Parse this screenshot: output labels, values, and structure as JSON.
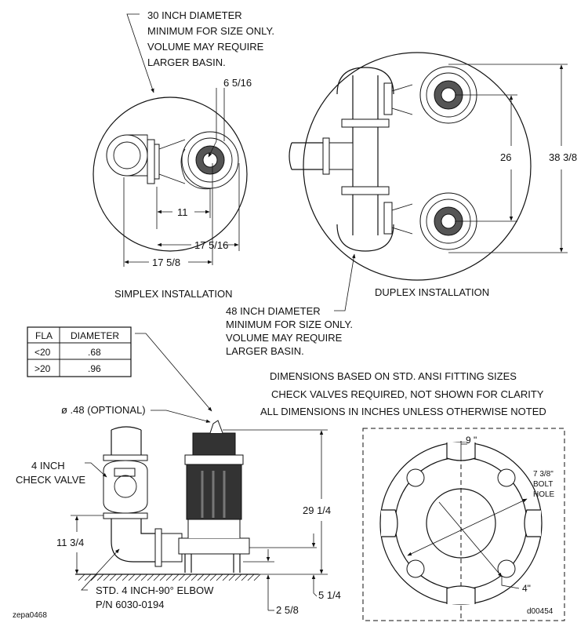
{
  "notes": {
    "simplex_basin": [
      "30 INCH DIAMETER",
      "MINIMUM FOR SIZE ONLY.",
      "VOLUME MAY REQUIRE",
      "LARGER BASIN."
    ],
    "duplex_basin": [
      "48 INCH DIAMETER",
      "MINIMUM FOR SIZE ONLY.",
      "VOLUME MAY REQUIRE",
      "LARGER BASIN."
    ],
    "general": [
      "DIMENSIONS BASED ON STD. ANSI FITTING SIZES",
      "CHECK VALVES REQUIRED, NOT SHOWN FOR CLARITY",
      "ALL DIMENSIONS IN INCHES UNLESS OTHERWISE NOTED"
    ]
  },
  "titles": {
    "simplex": "SIMPLEX INSTALLATION",
    "duplex": "DUPLEX INSTALLATION"
  },
  "simplex_dims": {
    "top": "6 5/16",
    "d1": "11",
    "d2": "17 5/16",
    "d3": "17 5/8"
  },
  "duplex_dims": {
    "inner": "26",
    "outer": "38 3/8"
  },
  "fla_table": {
    "headers": [
      "FLA",
      "DIAMETER"
    ],
    "rows": [
      [
        "<20",
        ".68"
      ],
      [
        ">20",
        ".96"
      ]
    ]
  },
  "elevation": {
    "cable": "ø .48 (OPTIONAL)",
    "check_valve": [
      "4 INCH",
      "CHECK VALVE"
    ],
    "height": "29 1/4",
    "discharge": "11 3/4",
    "elbow": [
      "STD. 4 INCH-90° ELBOW",
      "P/N 6030-0194"
    ],
    "d_5_1_4": "5 1/4",
    "d_2_5_8": "2 5/8"
  },
  "base_plan": {
    "top": "9 \"",
    "bolt": [
      "7 3/8\"",
      "BOLT",
      "HOLE"
    ],
    "bottom": "4\""
  },
  "ids": {
    "left": "zepa0468",
    "right": "d00454"
  }
}
